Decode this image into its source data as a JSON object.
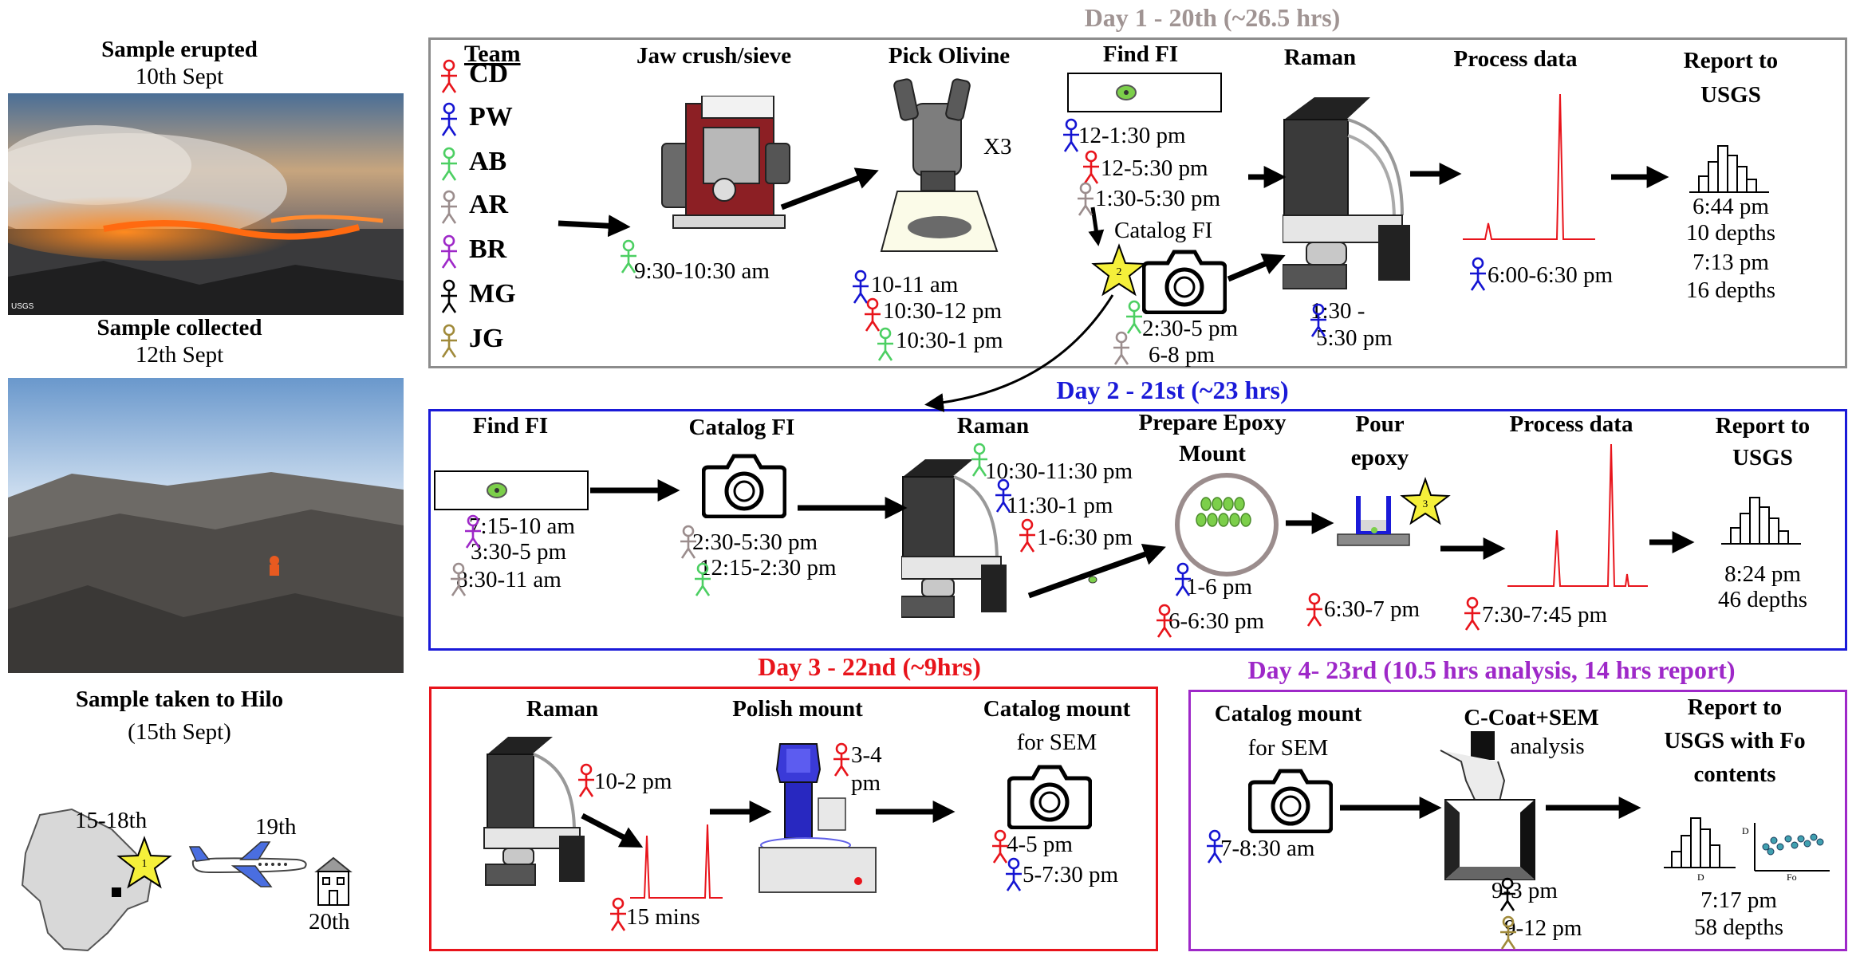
{
  "left": {
    "erupted_title": "Sample erupted",
    "erupted_date": "10th Sept",
    "photo1_credit": "USGS",
    "collected_title": "Sample collected",
    "collected_date": "12th Sept",
    "hilo_title": "Sample taken to Hilo",
    "hilo_date": "(15th Sept)",
    "map_dates": "15-18th",
    "plane_date": "19th",
    "house_date": "20th",
    "star1": "1"
  },
  "team": {
    "heading": "Team",
    "members": [
      {
        "code": "CD",
        "color": "#e8141b"
      },
      {
        "code": "PW",
        "color": "#1414d2"
      },
      {
        "code": "AB",
        "color": "#4ccf62"
      },
      {
        "code": "AR",
        "color": "#9b8d8d"
      },
      {
        "code": "BR",
        "color": "#9e28c8"
      },
      {
        "code": "MG",
        "color": "#000000"
      },
      {
        "code": "JG",
        "color": "#a08a3a"
      }
    ]
  },
  "day1": {
    "title": "Day 1 - 20th (~26.5 hrs)",
    "title_color": "#a09493",
    "border_color": "#8c8c8c",
    "jaw_label": "Jaw crush/sieve",
    "jaw_time": "9:30-10:30 am",
    "pick_label": "Pick Olivine",
    "pick_x3": "X3",
    "pick_times": [
      "10-11 am",
      "10:30-12 pm",
      "10:30-1 pm"
    ],
    "find_label": "Find FI",
    "find_times": [
      "12-1:30 pm",
      "12-5:30 pm",
      "1:30-5:30 pm"
    ],
    "catalog_label": "Catalog FI",
    "catalog_times": [
      "2:30-5 pm",
      "6-8 pm"
    ],
    "star2": "2",
    "raman_label": "Raman",
    "raman_times": [
      "1:30 -",
      "5:30 pm"
    ],
    "process_label": "Process data",
    "process_time": "6:00-6:30 pm",
    "report_label": [
      "Report to",
      "USGS"
    ],
    "report_lines": [
      "6:44 pm",
      "10 depths",
      "7:13 pm",
      "16 depths"
    ]
  },
  "day2": {
    "title": "Day 2 - 21st (~23 hrs)",
    "title_color": "#1a1ad8",
    "border_color": "#1a1ad8",
    "find_label": "Find FI",
    "find_times": [
      "7:15-10 am",
      "3:30-5 pm",
      "8:30-11 am"
    ],
    "catalog_label": "Catalog FI",
    "catalog_times": [
      "2:30-5:30 pm",
      "12:15-2:30 pm"
    ],
    "raman_label": "Raman",
    "raman_times": [
      "10:30-11:30 pm",
      "11:30-1 pm",
      "1-6:30 pm"
    ],
    "epoxy_label": [
      "Prepare Epoxy",
      "Mount"
    ],
    "epoxy_times": [
      "1-6 pm",
      "6-6:30 pm"
    ],
    "pour_label": [
      "Pour",
      "epoxy"
    ],
    "pour_time": "6:30-7 pm",
    "star3": "3",
    "process_label": "Process data",
    "process_time": "7:30-7:45 pm",
    "report_label": [
      "Report to",
      "USGS"
    ],
    "report_lines": [
      "8:24 pm",
      "46 depths"
    ]
  },
  "day3": {
    "title": "Day 3 - 22nd (~9hrs)",
    "title_color": "#e8141b",
    "border_color": "#e8141b",
    "raman_label": "Raman",
    "raman_time": "10-2 pm",
    "raman_duration": "15 mins",
    "polish_label": "Polish mount",
    "polish_time": [
      "3-4",
      "pm"
    ],
    "catalog_label": "Catalog mount",
    "catalog_sub": "for SEM",
    "catalog_times": [
      "4-5 pm",
      "5-7:30 pm"
    ]
  },
  "day4": {
    "title": "Day 4- 23rd (10.5 hrs analysis, 14 hrs report)",
    "title_color": "#9e28c8",
    "border_color": "#9e28c8",
    "catalog_label": "Catalog mount",
    "catalog_sub": "for SEM",
    "catalog_time": "7-8:30 am",
    "sem_label": "C-Coat+SEM",
    "sem_sub": "analysis",
    "sem_times": [
      "9-3 pm",
      "9-12 pm"
    ],
    "report_label": [
      "Report to",
      "USGS with Fo",
      "contents"
    ],
    "axis_d": "D",
    "axis_fo": "Fo",
    "report_lines": [
      "7:17 pm",
      "58 depths"
    ]
  },
  "colors": {
    "spectrum": "#e8141b",
    "star": "#f5f03a",
    "olivine": "#7ccf4a"
  }
}
